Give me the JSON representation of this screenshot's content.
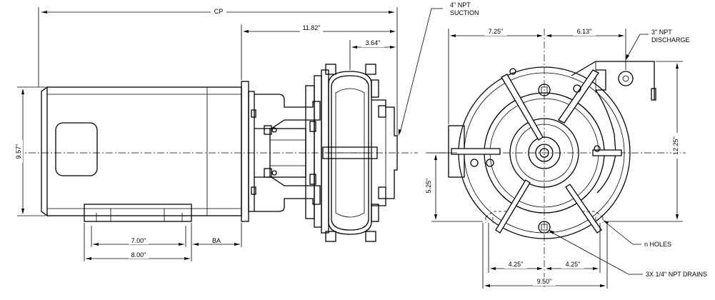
{
  "side_view": {
    "dim_overall_label": "CP",
    "dim_pump_length": "11.82\"",
    "dim_suction_offset": "3.64\"",
    "dim_height": "9.57\"",
    "dim_foot_bolts": "7.00\"",
    "dim_foot_length": "8.00\"",
    "dim_ba_label": "BA",
    "suction_note_line1": "4\" NPT",
    "suction_note_line2": "SUCTION"
  },
  "front_view": {
    "dim_left_width": "7.25\"",
    "dim_right_width": "6.13\"",
    "discharge_note_line1": "3\" NPT",
    "discharge_note_line2": "DISCHARGE",
    "dim_total_height": "12.25\"",
    "dim_shaft_height": "5.25\"",
    "holes_note": "n HOLES",
    "drains_note": "3X 1/4\" NPT DRAINS",
    "dim_half_left": "4.25\"",
    "dim_half_right": "4.25\"",
    "dim_base_width": "9.50\""
  }
}
